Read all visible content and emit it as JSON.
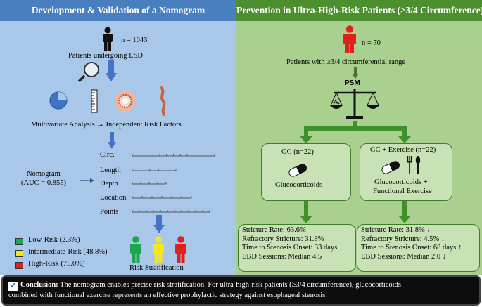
{
  "left": {
    "header": "Development & Validation of a Nomogram",
    "n_label": "n = 1043",
    "patients_label": "Patients undergoing ESD",
    "multivariate": "Multivariate Analysis → Independent Risk Factors",
    "nomogram_title": "Nomogram",
    "nomogram_auc": "(AUC = 0.855)",
    "axes": [
      "Circ.",
      "Length",
      "Depth",
      "Location",
      "Points"
    ],
    "risk_levels": [
      {
        "label": "Low-Risk (2.3%)",
        "color": "#1aa64a"
      },
      {
        "label": "Intermediate-Risk (48.8%)",
        "color": "#f5e614"
      },
      {
        "label": "High-Risk (75.0%)",
        "color": "#e0201b"
      }
    ],
    "risk_stratification": "Risk Stratification"
  },
  "right": {
    "header": "Prevention in Ultra-High-Risk Patients (≥3/4 Circumference)",
    "n_label": "n = 70",
    "patients_label": "Patients with ≥3/4 circumferential range",
    "psm_label": "PSM",
    "gc_title": "GC (n=22)",
    "gc_desc": "Glucocorticoids",
    "gcex_title": "GC + Exercise (n=22)",
    "gcex_desc_1": "Glucocorticoids +",
    "gcex_desc_2": "Functional Exercise",
    "gc_results": [
      "Stricture Rate: 63.6%",
      "Refractory Stricture: 31.8%",
      "Time to Stenosis Onset: 33 days",
      "EBD Sessions: Median 4.5"
    ],
    "gcex_results": [
      "Stricture Rate: 31.8%",
      "Refractory Stricture: 4.5%",
      "Time to Stenosis Onset: 68 days",
      "EBD Sessions: Median 2.0"
    ],
    "gcex_result_arrows": [
      "down",
      "down",
      "up",
      "down"
    ]
  },
  "conclusion": {
    "label": "Conclusion:",
    "text_1": " The nomogram enables precise risk stratification. For ultra-high-risk patients (≥3/4 circumference), glucocorticoids",
    "text_2": "combined with functional exercise represents an effective prophylactic strategy against esophageal stenosis."
  },
  "icons": [
    "person-icon",
    "magnifier-icon",
    "pie-chart-icon",
    "ruler-icon",
    "endoscopy-icon",
    "esophagus-icon",
    "scale-icon",
    "pill-icon",
    "fork-knife-icon",
    "check-icon"
  ]
}
